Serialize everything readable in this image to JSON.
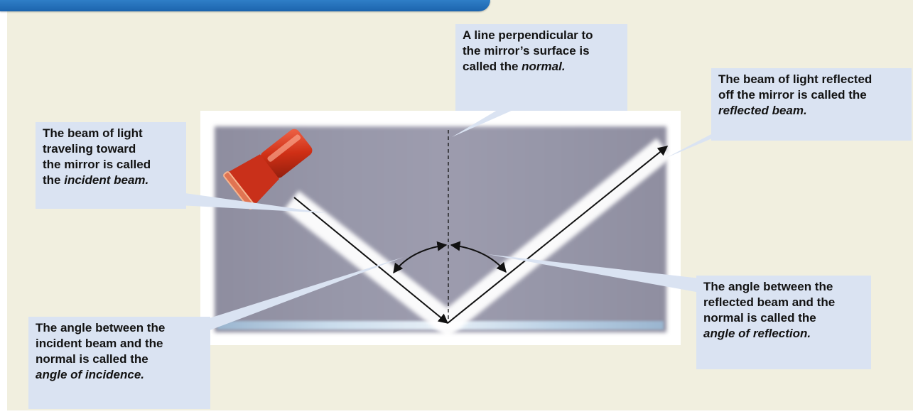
{
  "callouts": {
    "normal": {
      "lines": [
        "A line perpendicular to",
        "the mirror’s surface is"
      ],
      "last_prefix": "called the ",
      "last_italic": "normal."
    },
    "reflected_beam": {
      "lines": [
        "The beam of light reflected",
        "off the mirror is called the"
      ],
      "italic": "reflected beam."
    },
    "incident_beam": {
      "lines": [
        "The beam of light",
        "traveling toward",
        "the mirror is called"
      ],
      "last_prefix": "the ",
      "last_italic": "incident beam."
    },
    "angle_of_incidence": {
      "lines": [
        "The angle between the",
        "incident beam and the",
        "normal is called the"
      ],
      "italic": "angle of incidence."
    },
    "angle_of_reflection": {
      "lines": [
        "The angle between the",
        "reflected beam and the",
        "normal is called the"
      ],
      "italic": "angle of reflection."
    }
  },
  "colors": {
    "panel": "#f1efdf",
    "header": "#1c64ad",
    "callout": "#dae3f2",
    "flashlight": "#d83a1e",
    "mirror": "#9c9bad"
  },
  "icons": [
    "flashlight-icon"
  ]
}
